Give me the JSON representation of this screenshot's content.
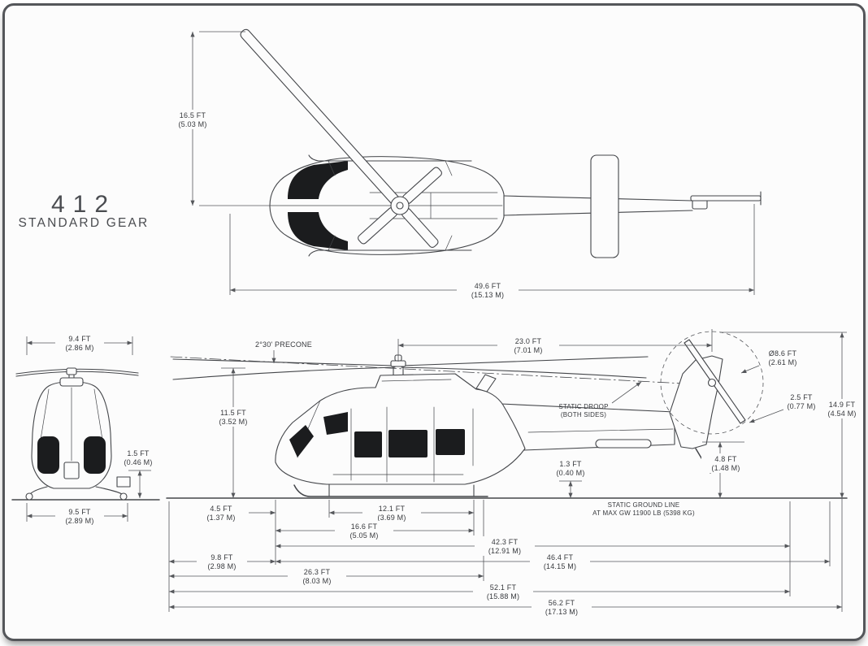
{
  "title": {
    "model": "412",
    "subtitle": "STANDARD GEAR"
  },
  "colors": {
    "ink": "#44464a",
    "paper": "#fcfcfc",
    "frame": "#54565a",
    "glass": "#1b1c1e"
  },
  "dims": {
    "rotor_height_top": {
      "ft": "16.5 FT",
      "m": "(5.03 M)"
    },
    "top_length": {
      "ft": "49.6 FT",
      "m": "(15.13 M)"
    },
    "front_width_top": {
      "ft": "9.4 FT",
      "m": "(2.86 M)"
    },
    "front_step": {
      "ft": "1.5 FT",
      "m": "(0.46 M)"
    },
    "front_skid_width": {
      "ft": "9.5 FT",
      "m": "(2.89 M)"
    },
    "precone": "2°30' PRECONE",
    "mast_to_tail": {
      "ft": "23.0 FT",
      "m": "(7.01 M)"
    },
    "tail_rotor_dia": {
      "ft": "Ø8.6 FT",
      "m": "(2.61 M)"
    },
    "tail_tip": {
      "ft": "2.5 FT",
      "m": "(0.77 M)"
    },
    "overall_height": {
      "ft": "14.9 FT",
      "m": "(4.54 M)"
    },
    "rotor_head_height": {
      "ft": "11.5 FT",
      "m": "(3.52 M)"
    },
    "static_droop": {
      "l1": "STATIC DROOP",
      "l2": "(BOTH SIDES)"
    },
    "tail_clearance": {
      "ft": "1.3 FT",
      "m": "(0.40 M)"
    },
    "stab_height": {
      "ft": "4.8 FT",
      "m": "(1.48 M)"
    },
    "ground_note": {
      "l1": "STATIC GROUND LINE",
      "l2": "AT MAX GW 11900 LB (5398 KG)"
    },
    "nose_to_front_strut": {
      "ft": "4.5 FT",
      "m": "(1.37 M)"
    },
    "strut_spacing": {
      "ft": "12.1 FT",
      "m": "(3.69 M)"
    },
    "nose_to_rear_strut": {
      "ft": "16.6 FT",
      "m": "(5.05 M)"
    },
    "fuselage_length": {
      "ft": "42.3 FT",
      "m": "(12.91 M)"
    },
    "blade_to_nose": {
      "ft": "9.8 FT",
      "m": "(2.98 M)"
    },
    "nose_to_tail_tip": {
      "ft": "46.4 FT",
      "m": "(14.15 M)"
    },
    "blade_to_rear": {
      "ft": "26.3 FT",
      "m": "(8.03 M)"
    },
    "blade_to_tail": {
      "ft": "52.1 FT",
      "m": "(15.88 M)"
    },
    "overall_length": {
      "ft": "56.2 FT",
      "m": "(17.13 M)"
    }
  }
}
